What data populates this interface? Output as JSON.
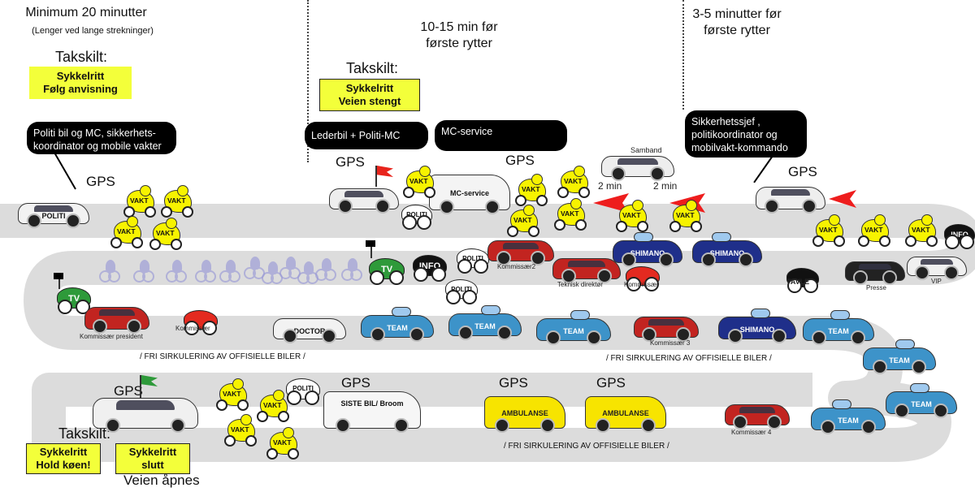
{
  "columns": {
    "col1_title": "Minimum 20 minutter",
    "col1_note": "(Lenger ved lange strekninger)",
    "col2_title": "10-15 min før første rytter",
    "col3_title": "3-5 minutter før første rytter"
  },
  "signs": {
    "takskilt": "Takskilt:",
    "s1_line1": "Sykkelritt",
    "s1_line2": "Følg anvisning",
    "s2_line1": "Sykkelritt",
    "s2_line2": "Veien stengt",
    "s3_line1": "Sykkelritt",
    "s3_line2": "Hold køen!",
    "s4_line1": "Sykkelritt",
    "s4_line2": "slutt",
    "road_opens": "Veien åpnes"
  },
  "bubbles": {
    "police": "Politi bil og MC, sikkerhets-koordinator og mobile vakter",
    "lead": "Lederbil  + Politi-MC",
    "mc_service": "MC-service",
    "safety": "Sikkerhetssjef , politikoordinator og mobilvakt-kommando"
  },
  "gps": "GPS",
  "vakt": "VAKT",
  "labels": {
    "politi": "POLITI",
    "mc_service_van": "MC-service",
    "samband": "Samband",
    "two_min": "2 min",
    "tv": "TV",
    "info": "INFO",
    "kommissaer2": "Kommissær2",
    "teknisk": "Teknisk direktør",
    "kommissaer": "Kommissær",
    "shimano": "SHIMANO",
    "tavle": "TAVLE",
    "presse": "Presse",
    "vip": "VIP",
    "kommissaer_president": "Kommissær president",
    "doctor": "DOCTOR",
    "team": "TEAM",
    "kommissaer3": "Kommissær 3",
    "kommissaer4": "Kommissær 4",
    "fri": "/ FRI SIRKULERING AV OFFISIELLE BILER /",
    "siste_bil": "SISTE BIL/ Broom",
    "ambulanse": "AMBULANSE"
  },
  "colors": {
    "sign_yellow": "#f3ff3a",
    "vakt_yellow": "#f7f300",
    "team_blue": "#3d93c9",
    "shimano_blue": "#1f2f8a",
    "commissaire_red": "#c22420",
    "tv_green": "#2e9a3a",
    "road_grey": "#dcdcdc"
  }
}
